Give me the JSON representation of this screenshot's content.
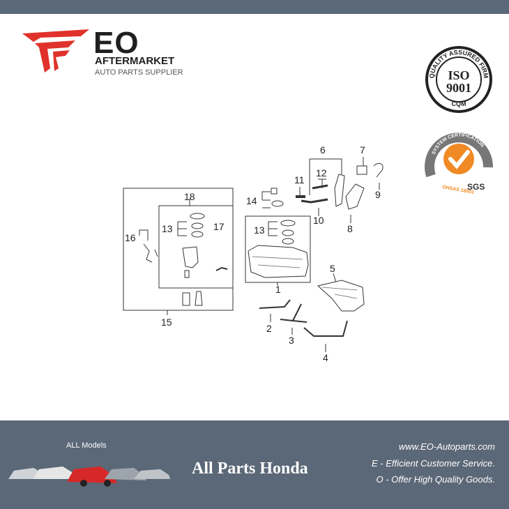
{
  "header": {
    "brand": "EO",
    "brand_line": "AFTERMARKET",
    "tagline": "AUTO PARTS SUPPLIER",
    "brand_red": "#e0322b"
  },
  "certifications": {
    "iso": {
      "ring_text": "QUALITY ASSURED FIRM",
      "name": "ISO",
      "number": "9001",
      "mark": "CQM"
    },
    "ohsas": {
      "ring_text": "SYSTEM CERTIFICATION",
      "standard": "OHSAS 18001",
      "mark": "SGS",
      "accent": "#f08a24"
    }
  },
  "diagram": {
    "callouts": [
      "1",
      "2",
      "3",
      "4",
      "5",
      "6",
      "7",
      "8",
      "9",
      "10",
      "11",
      "12",
      "13",
      "13",
      "14",
      "15",
      "16",
      "17",
      "18"
    ]
  },
  "footer": {
    "all_models_label": "ALL Models",
    "title": "All Parts Honda",
    "url": "www.EO-Autoparts.com",
    "line_e": "E - Efficient Customer Service.",
    "line_o": "O - Offer High Quality Goods."
  }
}
